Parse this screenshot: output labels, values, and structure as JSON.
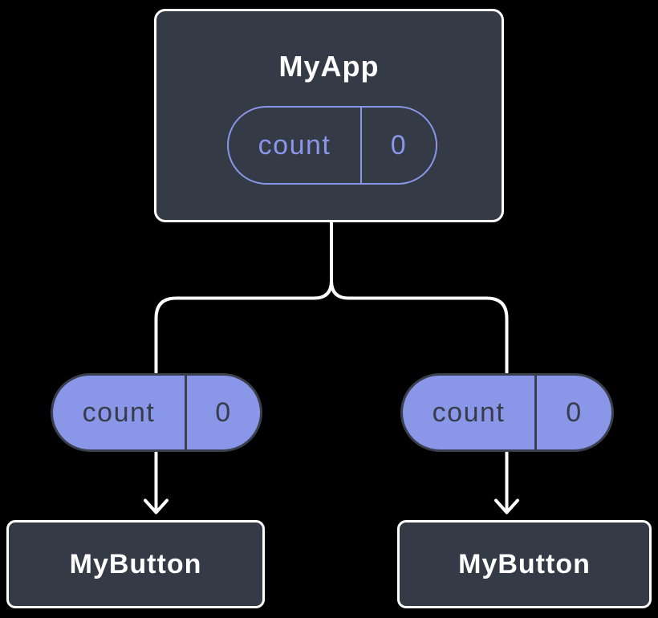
{
  "colors": {
    "background": "#000000",
    "component_fill": "#343a46",
    "component_border": "#ffffff",
    "accent_purple": "#8a96e8",
    "pill_dark": "#3a3f4d",
    "text_light": "#ffffff",
    "connector": "#ffffff"
  },
  "parent": {
    "label": "MyApp",
    "state_pill": {
      "name": "count",
      "value": "0"
    }
  },
  "children": [
    {
      "label": "MyButton",
      "prop_pill": {
        "name": "count",
        "value": "0"
      }
    },
    {
      "label": "MyButton",
      "prop_pill": {
        "name": "count",
        "value": "0"
      }
    }
  ]
}
